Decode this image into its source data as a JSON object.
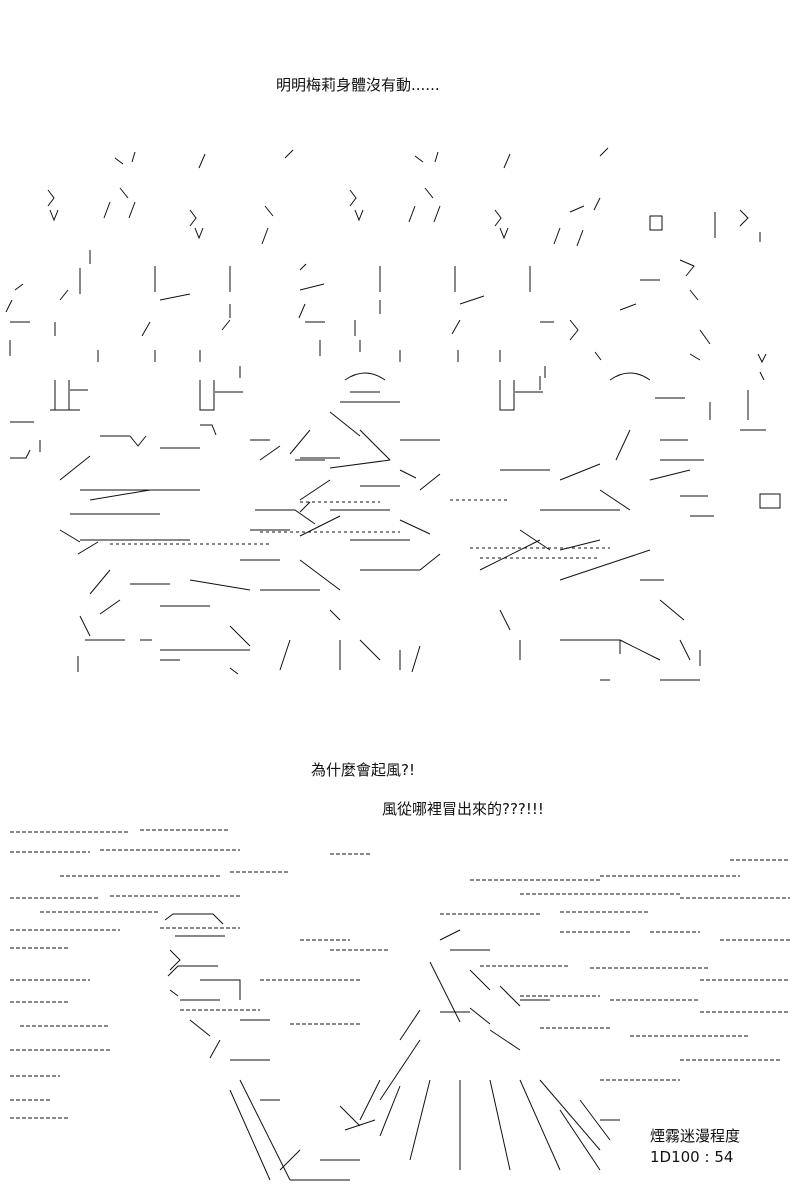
{
  "captions": {
    "line1": "明明梅莉身體沒有動......",
    "line2": "為什麼會起風?!",
    "line3": "風從哪裡冒出來的???!!!"
  },
  "smoke": {
    "label": "煙霧迷漫程度",
    "roll": "1D100 : 54"
  },
  "colors": {
    "ink": "#111111",
    "paper": "#ffffff"
  }
}
